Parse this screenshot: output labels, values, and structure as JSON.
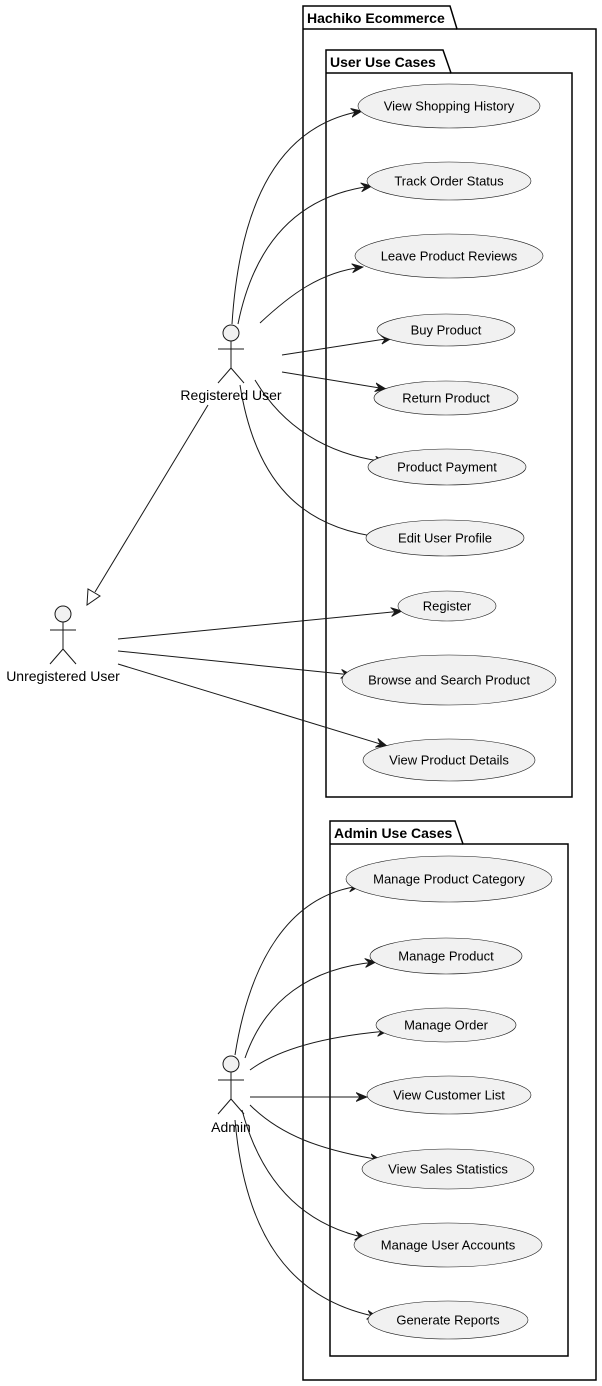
{
  "system": {
    "title": "Hachiko Ecommerce"
  },
  "packages": {
    "user": {
      "title": "User Use Cases",
      "use_cases": [
        "View Shopping History",
        "Track Order Status",
        "Leave Product Reviews",
        "Buy Product",
        "Return Product",
        "Product Payment",
        "Edit User Profile",
        "Register",
        "Browse and Search Product",
        "View Product Details"
      ]
    },
    "admin": {
      "title": "Admin Use Cases",
      "use_cases": [
        "Manage Product Category",
        "Manage Product",
        "Manage Order",
        "View Customer List",
        "View Sales Statistics",
        "Manage User Accounts",
        "Generate Reports"
      ]
    }
  },
  "actors": {
    "registered": "Registered User",
    "unregistered": "Unregistered User",
    "admin": "Admin"
  },
  "relations": {
    "registered_user": [
      "View Shopping History",
      "Track Order Status",
      "Leave Product Reviews",
      "Buy Product",
      "Return Product",
      "Product Payment",
      "Edit User Profile"
    ],
    "unregistered_user": [
      "Register",
      "Browse and Search Product",
      "View Product Details"
    ],
    "admin": [
      "Manage Product Category",
      "Manage Product",
      "Manage Order",
      "View Customer List",
      "View Sales Statistics",
      "Manage User Accounts",
      "Generate Reports"
    ],
    "generalization": {
      "child": "Registered User",
      "parent": "Unregistered User"
    }
  }
}
